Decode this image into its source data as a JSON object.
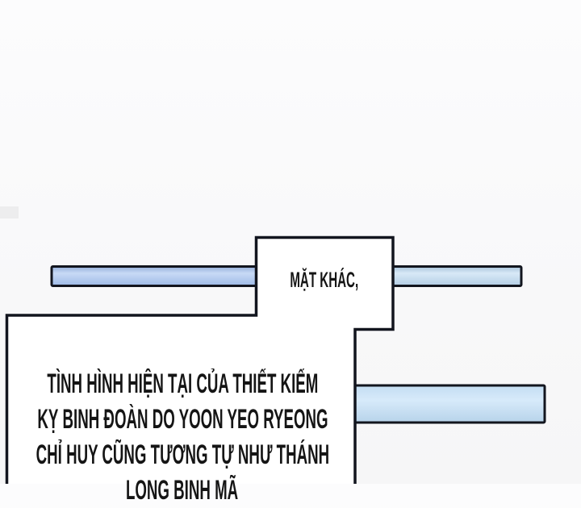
{
  "comic": {
    "aside_bubble": {
      "text": "MẶT KHÁC,"
    },
    "main_bubble": {
      "lines": [
        "TÌNH HÌNH HIỆN TẠI CỦA THIẾT KIẾM",
        "KỴ BINH ĐOÀN DO YOON YEO RYEONG",
        "CHỈ HUY CŨNG TƯƠNG TỰ NHƯ THÁNH",
        "LONG BINH MÃ"
      ]
    },
    "colors": {
      "ink": "#12151e",
      "speech_text": "#151515",
      "bubble_fill": "#ffffff",
      "bar_top_left": {
        "top": "#93add9",
        "mid": "#c8daf6",
        "bottom": "#9db9e6"
      },
      "bar_top_right": {
        "top": "#a6c2da",
        "mid": "#d8e9f7",
        "bottom": "#b2cde4"
      },
      "bar_bottom": {
        "top": "#c3ddf2",
        "mid": "#d7eafa",
        "bottom": "#b7d3ea"
      }
    }
  }
}
